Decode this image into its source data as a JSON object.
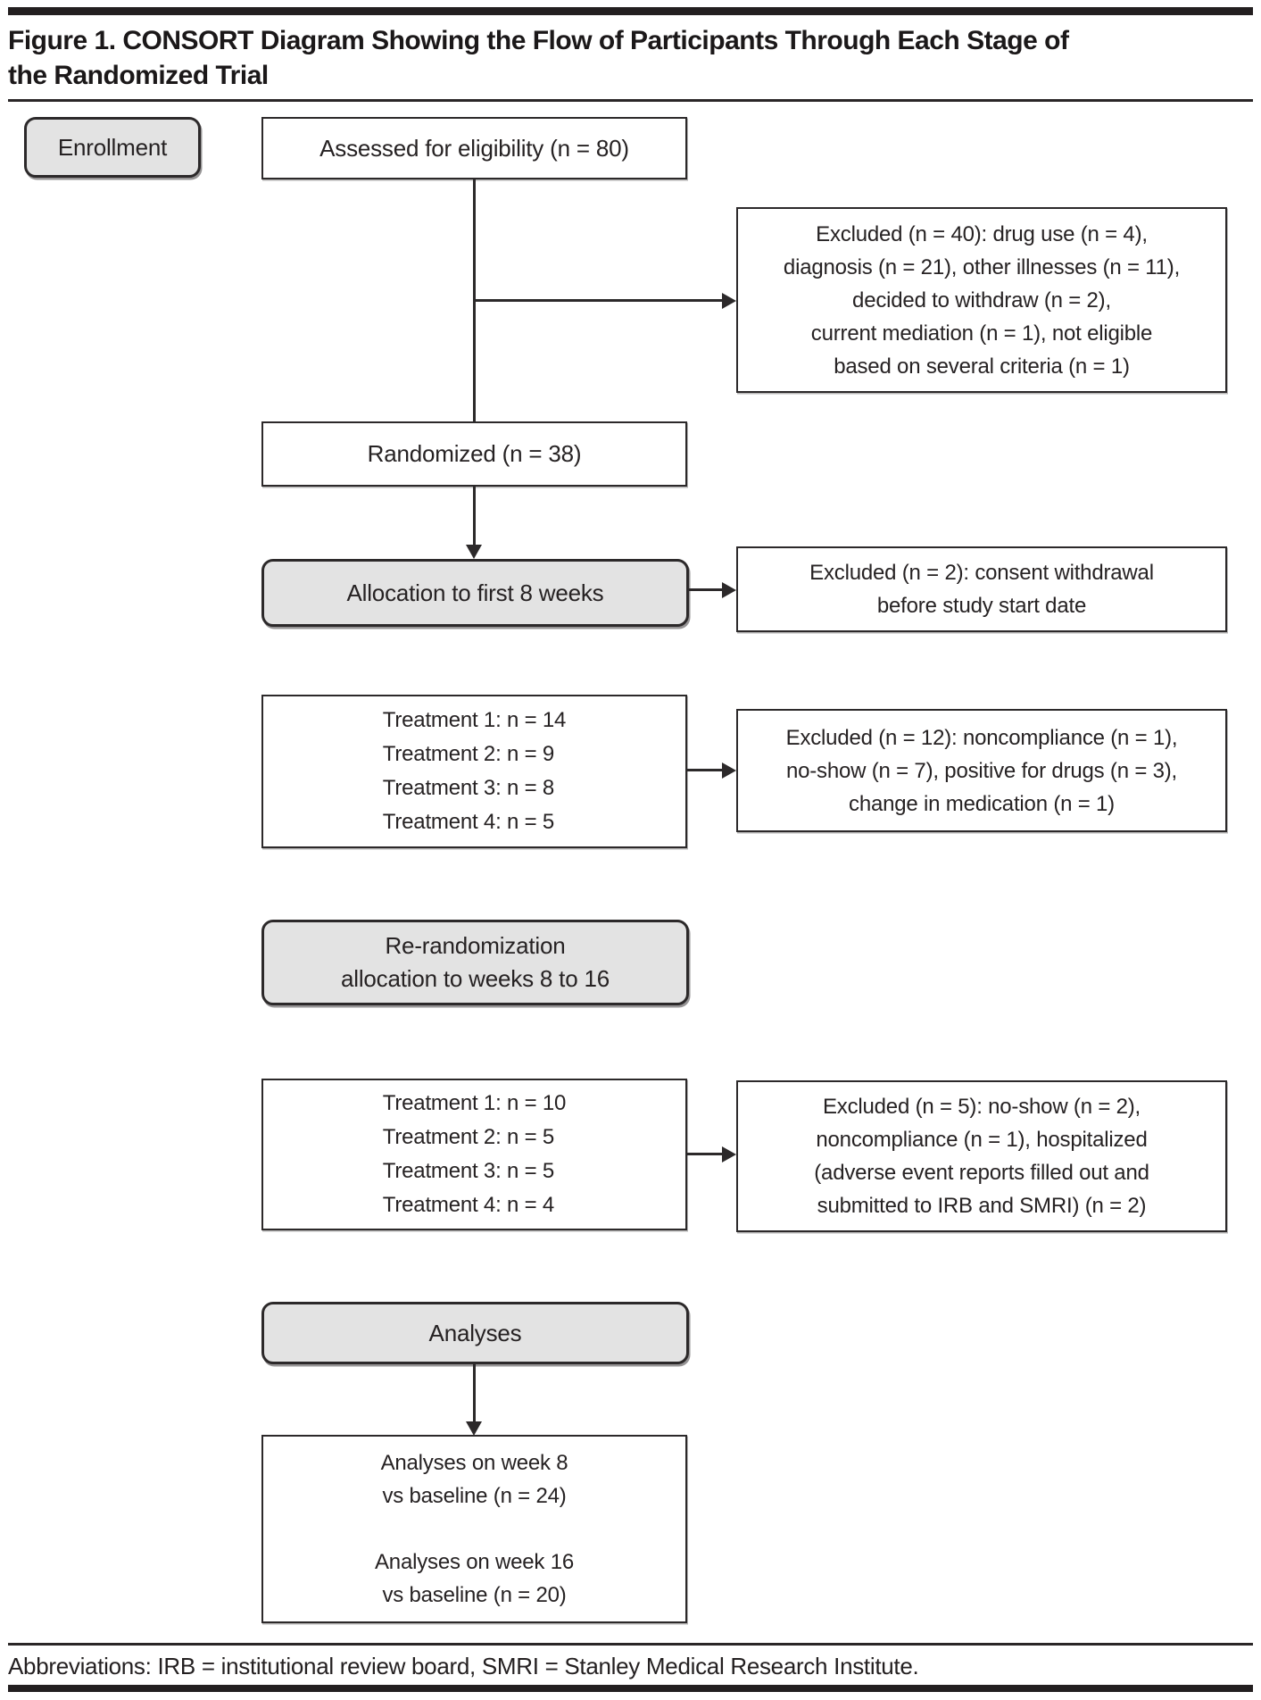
{
  "figure": {
    "title_lines": [
      "Figure 1. CONSORT Diagram Showing the Flow of Participants Through Each Stage of",
      "the Randomized Trial"
    ],
    "footer": "Abbreviations: IRB = institutional review board, SMRI = Stanley Medical Research Institute."
  },
  "colors": {
    "text": "#262223",
    "box_border": "#2c292a",
    "stage_fill": "#e3e3e3",
    "rule_bar": "#231f20"
  },
  "nodes": {
    "enrollment": {
      "label": "Enrollment"
    },
    "assessed": {
      "label": "Assessed for eligibility (n = 80)"
    },
    "excluded_enrollment": {
      "lines": [
        "Excluded (n = 40): drug use (n = 4),",
        "diagnosis (n = 21), other illnesses (n = 11),",
        "decided to withdraw (n = 2),",
        "current mediation (n = 1), not eligible",
        "based on several criteria (n = 1)"
      ]
    },
    "randomized": {
      "label": "Randomized (n = 38)"
    },
    "allocation_first8": {
      "label": "Allocation to first 8 weeks"
    },
    "excluded_allocation": {
      "lines": [
        "Excluded (n = 2): consent withdrawal",
        "before study start date"
      ]
    },
    "treatment_first8": {
      "lines": [
        "Treatment 1: n = 14",
        "Treatment 2: n = 9",
        "Treatment 3: n = 8",
        "Treatment 4: n = 5"
      ]
    },
    "excluded_first8": {
      "lines": [
        "Excluded (n = 12): noncompliance (n = 1),",
        "no-show (n = 7), positive for drugs (n = 3),",
        "change in medication (n = 1)"
      ]
    },
    "rerandomization": {
      "lines": [
        "Re-randomization",
        "allocation to weeks 8 to 16"
      ]
    },
    "treatment_weeks8to16": {
      "lines": [
        "Treatment 1: n = 10",
        "Treatment 2: n = 5",
        "Treatment 3: n = 5",
        "Treatment 4: n = 4"
      ]
    },
    "excluded_weeks8to16": {
      "lines": [
        "Excluded (n = 5): no-show (n = 2),",
        "noncompliance (n = 1), hospitalized",
        "(adverse event reports filled out and",
        "submitted to IRB and SMRI) (n = 2)"
      ]
    },
    "analyses": {
      "label": "Analyses"
    },
    "analyses_detail": {
      "lines": [
        "Analyses on week 8",
        "vs baseline (n = 24)",
        "",
        "Analyses on week 16",
        "vs baseline (n = 20)"
      ]
    }
  }
}
